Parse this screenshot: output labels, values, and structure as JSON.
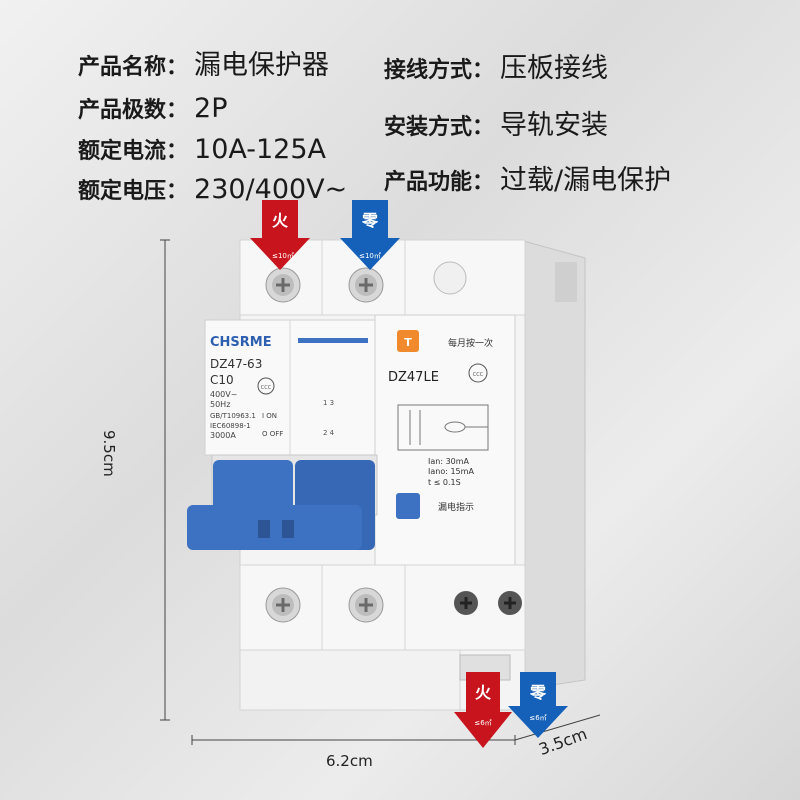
{
  "specs_left": [
    {
      "key": "产品名称：",
      "value": "漏电保护器"
    },
    {
      "key": "产品极数：",
      "value": "2P"
    },
    {
      "key": "额定电流：",
      "value": "10A-125A"
    },
    {
      "key": "额定电压：",
      "value": "230/400V~"
    }
  ],
  "specs_right": [
    {
      "key": "接线方式：",
      "value": "压板接线"
    },
    {
      "key": "安装方式：",
      "value": "导轨安装"
    },
    {
      "key": "产品功能：",
      "value": "过载/漏电保护"
    }
  ],
  "arrows": {
    "live": "火",
    "neutral": "零",
    "top_wire": "≤10㎡",
    "bottom_wire": "≤6㎡",
    "live_color": "#c8141c",
    "neutral_color": "#1560b8"
  },
  "device": {
    "brand": "CHSRME",
    "model": "DZ47-63",
    "rating": "C10",
    "voltage": "400V~",
    "freq": "50Hz",
    "std1": "GB/T10963.1",
    "std2": "IEC60898-1",
    "capacity": "3000A",
    "on_label": "I ON",
    "off_label": "O OFF",
    "ccc": "CCC",
    "elcb_model": "DZ47LE",
    "test_label": "每月按一次",
    "test_button": "T",
    "leak_indicator": "漏电指示",
    "ian": "Ian: 30mA",
    "iano": "Iano: 15mA",
    "trip_time": "t ≤ 0.1S",
    "terminal_nums_top": "1 3",
    "terminal_nums_bottom": "2 4",
    "body_color": "#f4f4f4",
    "handle_color": "#3d72c2",
    "test_color": "#f08a2c"
  },
  "dimensions": {
    "height": "9.5cm",
    "width": "6.2cm",
    "depth": "3.5cm"
  }
}
